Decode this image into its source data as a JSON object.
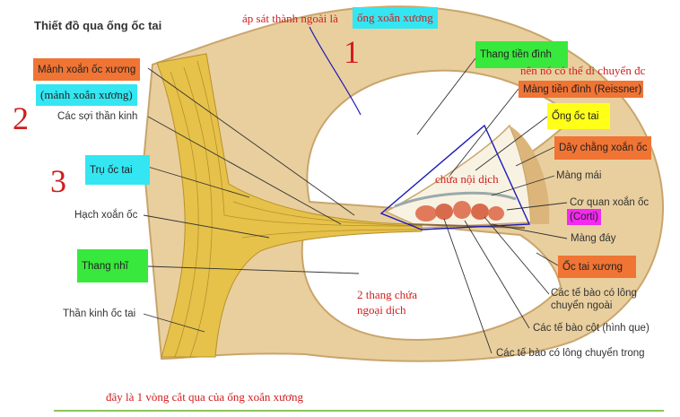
{
  "title": "Thiết đồ qua ống ốc tai",
  "labels": {
    "manh_xoan_oc_xuong": "Mảnh xoắn ốc xương",
    "manh_xoan_xuong_paren": "(mảnh xoắn xương)",
    "cac_soi_than_kinh": "Các sợi thần kinh",
    "tru_oc_tai": "Trụ ốc tai",
    "hach_xoan_oc": "Hạch xoắn ốc",
    "thang_nhi": "Thang nhĩ",
    "than_kinh_oc_tai": "Thần kinh ốc tai",
    "thang_tien_dinh": "Thang tiền đình",
    "mang_tien_dinh": "Màng tiền đình (Reissner)",
    "ong_oc_tai": "Ống ốc tai",
    "day_chang_xoan_oc": "Dây chằng xoắn ốc",
    "mang_mai": "Màng mái",
    "co_quan_xoan_oc": "Cơ quan xoắn ốc",
    "corti": "(Corti)",
    "mang_day": "Màng đáy",
    "oc_tai_xuong": "Ốc tai xương",
    "te_bao_long_ngoai": "Các tế bào có lông",
    "te_bao_long_ngoai_2": "chuyển ngoài",
    "te_bao_cot": "Các tế bào cột (hình que)",
    "te_bao_long_trong": "Các tế bào có lông chuyển trong"
  },
  "annotations": {
    "ap_sat": "áp sát thành ngoài là",
    "ong_xoan_xuong": "ống xoắn xương",
    "nen_no": "nên nó có thể di chuyển đc",
    "chua_noi_dich": "chứa nội dịch",
    "hai_thang_1": "2 thang chứa",
    "hai_thang_2": "ngoại dịch",
    "footer": "đây là 1 vòng cắt qua của ống xoắn xương",
    "num1": "1",
    "num2": "2",
    "num3": "3"
  },
  "colors": {
    "bone": "#e9cf9e",
    "bone_edge": "#c9a56c",
    "nerve": "#e6c24a",
    "orange_box": "#f07434",
    "cyan_box": "#33e6f2",
    "green_box": "#38e83c",
    "yellow_box": "#ffff18",
    "magenta_box": "#f32af0",
    "annotation_red": "#d11d1d",
    "blue_pen": "#1a1ab8"
  }
}
